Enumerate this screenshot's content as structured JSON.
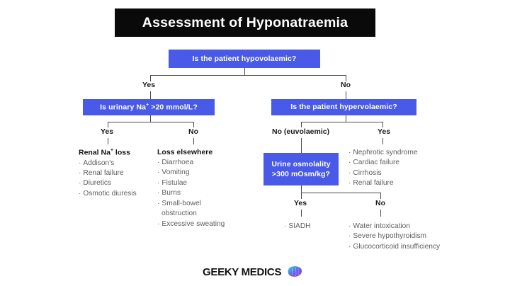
{
  "header": {
    "title": "Assessment of Hyponatraemia"
  },
  "colors": {
    "box_blue": "#4a5ae8",
    "title_bg": "#0a0a0a",
    "line": "#4c4c4c",
    "bullet_text": "#5e5e5e",
    "logo_gradient_start": "#2ad4e8",
    "logo_gradient_end": "#8b3fd4"
  },
  "flow": {
    "q_hypovolaemic": "Is the patient hypovolaemic?",
    "q_urinary_na_pre": "Is urinary Na",
    "q_urinary_na_sup": "+",
    "q_urinary_na_post": " >20 mmol/L?",
    "q_hypervolaemic": "Is the patient hypervolaemic?",
    "q_osmolality_line1": "Urine osmolality",
    "q_osmolality_line2": ">300 mOsm/kg?",
    "labels": {
      "root_yes": "Yes",
      "root_no": "No",
      "urna_yes": "Yes",
      "urna_no": "No",
      "hyper_no": "No (euvolaemic)",
      "hyper_yes": "Yes",
      "osmo_yes": "Yes",
      "osmo_no": "No"
    }
  },
  "lists": {
    "renal_na_loss": {
      "heading_pre": "Renal Na",
      "heading_sup": "+",
      "heading_post": " loss",
      "items": [
        "Addison's",
        "Renal failure",
        "Diuretics",
        "Osmotic diuresis"
      ]
    },
    "loss_elsewhere": {
      "heading": "Loss elsewhere",
      "items": [
        "Diarrhoea",
        "Vomiting",
        "Fistulae",
        "Burns",
        "Small-bowel obstruction",
        "Excessive sweating"
      ]
    },
    "hypervolaemic_causes": {
      "items": [
        "Nephrotic syndrome",
        "Cardiac failure",
        "Cirrhosis",
        "Renal failure"
      ]
    },
    "osmolality_yes": {
      "items": [
        "SIADH"
      ]
    },
    "osmolality_no": {
      "items": [
        "Water intoxication",
        "Severe hypothyroidism",
        "Glucocorticoid insufficiency"
      ]
    }
  },
  "footer": {
    "brand": "GEEKY MEDICS",
    "logo_icon": "brain-icon"
  },
  "bullet": "·"
}
